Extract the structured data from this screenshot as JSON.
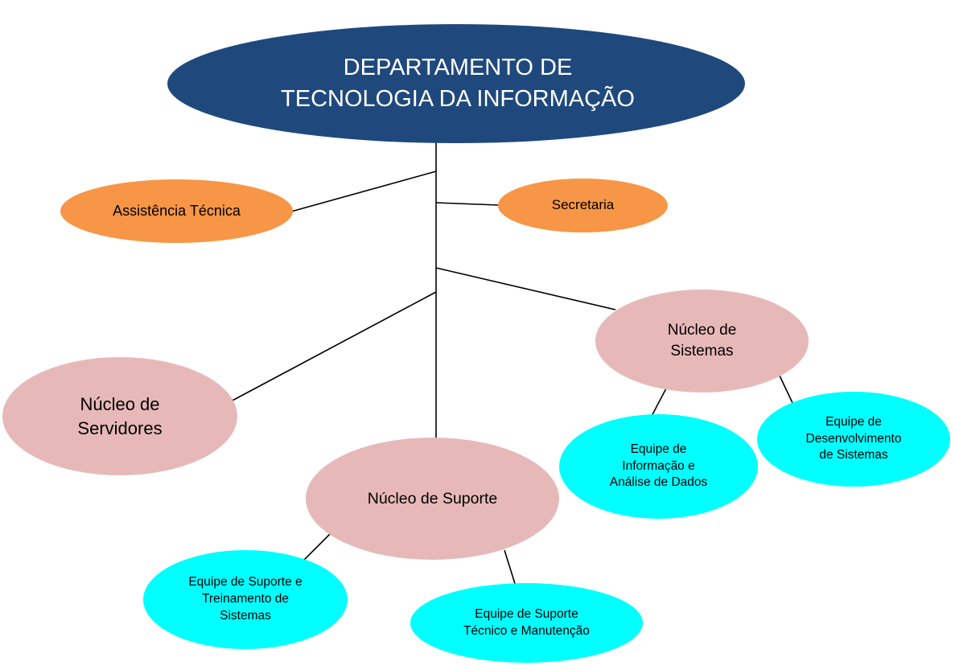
{
  "nodes": {
    "root": "DEPARTAMENTO DE\nTECNOLOGIA DA INFORMAÇÃO",
    "assistencia_tecnica": "Assistência Técnica",
    "secretaria": "Secretaria",
    "nucleo_sistemas": "Núcleo de\nSistemas",
    "nucleo_servidores": "Núcleo de\nServidores",
    "nucleo_suporte": "Núcleo de Suporte",
    "equipe_informacao": "Equipe de\nInformação e\nAnálise de Dados",
    "equipe_desenvolvimento": "Equipe de\nDesenvolvimento\nde Sistemas",
    "equipe_suporte_treinamento": "Equipe de Suporte e\nTreinamento de\nSistemas",
    "equipe_suporte_tecnico": "Equipe de Suporte\nTécnico e Manutenção"
  },
  "colors": {
    "root": "#1f497d",
    "support_units": "#f79646",
    "nucleos": "#e6b9b8",
    "equipes": "#00ffff",
    "connector": "#000000"
  }
}
